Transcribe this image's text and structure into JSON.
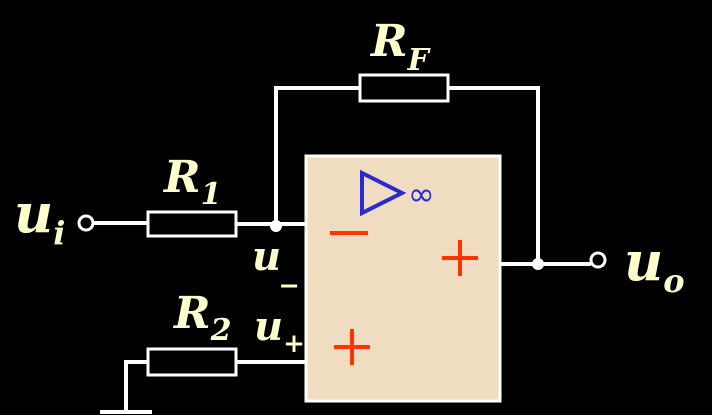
{
  "labels": {
    "rf": "R",
    "rf_sub": "F",
    "r1": "R",
    "r1_sub": "1",
    "r2": "R",
    "r2_sub": "2",
    "ui": "u",
    "ui_sub": "i",
    "uo": "u",
    "uo_sub": "o",
    "u_minus": "u",
    "u_minus_sub": "_",
    "u_plus": "u",
    "u_plus_sub": "+",
    "infinity": "∞"
  },
  "colors": {
    "background": "#000000",
    "wire": "#ffffff",
    "label": "#ffffcc",
    "opamp_box": "#f0dcc0",
    "sign": "#ff3300",
    "triangle": "#2a2ad0"
  }
}
